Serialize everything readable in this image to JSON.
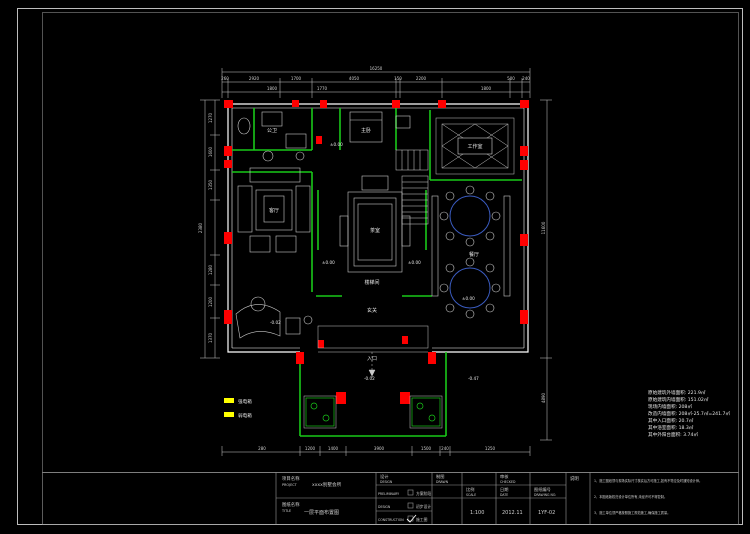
{
  "colors": {
    "background": "#000000",
    "wall_outer": "#ffffff",
    "wall_green": "#19c919",
    "column_red": "#ff0000",
    "dimension_line": "#cfcfcf",
    "furniture": "#c9c9c9",
    "accent_yellow": "#ffff00",
    "table_outline": "#3a5bbf"
  },
  "plan": {
    "dims_top_total": "16250",
    "dims_top": [
      "260",
      "2920",
      "1700",
      "4050",
      "150",
      "2200",
      "500",
      "240"
    ],
    "dims_top_second": [
      "1800",
      "1770",
      "1800"
    ],
    "dims_bottom": [
      "280",
      "1200",
      "1400",
      "3900",
      "1500",
      "240",
      "1250"
    ],
    "dims_left": [
      "1270",
      "1600",
      "1350",
      "2380",
      "1280",
      "1200",
      "1370"
    ],
    "dims_right_total": "11600",
    "dims_right_bottom": "4890",
    "rooms": {
      "bathroom": "公卫",
      "study": "工作室",
      "master": "主卧",
      "living": "客厅",
      "dining": "餐厅",
      "tea": "茶室",
      "entrance": "入口",
      "foyer": "玄关",
      "stair": "楼梯间"
    },
    "levels": [
      "±0.00",
      "±0.00",
      "±0.00",
      "-0.02",
      "-0.47",
      "-0.02",
      "±0.00"
    ],
    "legend": [
      {
        "label": "强电箱",
        "color": "#ffff00"
      },
      {
        "label": "弱电箱",
        "color": "#ffff00"
      }
    ]
  },
  "stats": {
    "lines": [
      "原始建筑外墙面积: 221.9㎡",
      "原始建筑内墙面积: 151.02㎡",
      "现场内墙面积: 208㎡",
      "改造内墙面积: 208㎡-25.7㎡=241.7㎡",
      "其中入口面积: 20.7㎡",
      "其中浴室面积: 18.3㎡",
      "其中外阳台面积: 3.74㎡"
    ]
  },
  "title_block": {
    "project_label": "项目名称",
    "project_label_en": "PROJECT",
    "project_value": "xxxx别墅会所",
    "drawing_label": "图纸名称",
    "drawing_label_en": "TITLE",
    "drawing_value": "一层平面布置图",
    "design_label": "设计",
    "design_label_en": "DESIGN",
    "check_label": "制图",
    "check_label_en": "DRAWN",
    "audit_label": "审核",
    "audit_label_en": "CHECKED",
    "scale_label": "比例",
    "scale_label_en": "SCALE",
    "scale_value": "1:100",
    "date_label": "日期",
    "date_label_en": "DATE",
    "date_value": "2012.11",
    "no_label": "图纸编号",
    "no_label_en": "DRAWING NO.",
    "no_value": "1YF-02",
    "stage_a": "方案阶段",
    "stage_b": "初步设计",
    "stage_c": "施工图",
    "stage_a_en": "PRELIMINARY",
    "stage_b_en": "DESIGN",
    "stage_c_en": "CONSTRUCTION",
    "notes_title": "说明",
    "notes": [
      "1、施工图纸须与现场实际尺寸核实后方可施工,如有不符应及时通知设计师。",
      "2、本图纸版权归设计单位所有,未经许可不得复制。",
      "3、施工单位须严格按照施工规范施工,确保施工质量。"
    ]
  }
}
